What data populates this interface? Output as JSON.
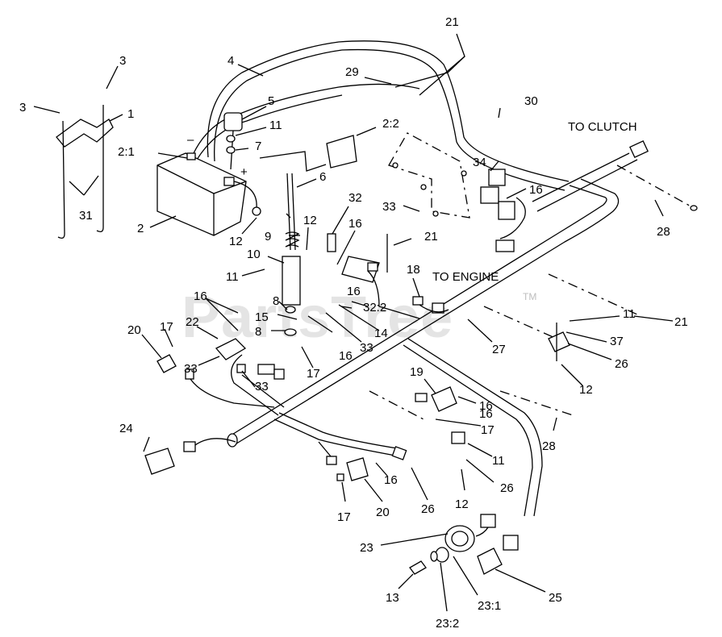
{
  "diagram": {
    "watermark": "PartsTree",
    "watermark_tm": "TM",
    "notes": {
      "to_clutch": "TO CLUTCH",
      "to_engine": "TO ENGINE"
    },
    "callouts": [
      "21",
      "3",
      "3",
      "1",
      "4",
      "29",
      "30",
      "5",
      "11",
      "2:2",
      "7",
      "2:1",
      "6",
      "34",
      "16",
      "33",
      "31",
      "2",
      "12",
      "9",
      "12",
      "10",
      "11",
      "32",
      "16",
      "21",
      "28",
      "18",
      "8",
      "15",
      "8",
      "16",
      "32:2",
      "11",
      "37",
      "20",
      "17",
      "22",
      "16",
      "33",
      "33",
      "14",
      "16",
      "33",
      "17",
      "27",
      "21",
      "26",
      "12",
      "19",
      "16",
      "17",
      "24",
      "28",
      "11",
      "26",
      "16",
      "12",
      "20",
      "17",
      "26",
      "23",
      "13",
      "23:2",
      "23:1",
      "25",
      "16"
    ]
  }
}
